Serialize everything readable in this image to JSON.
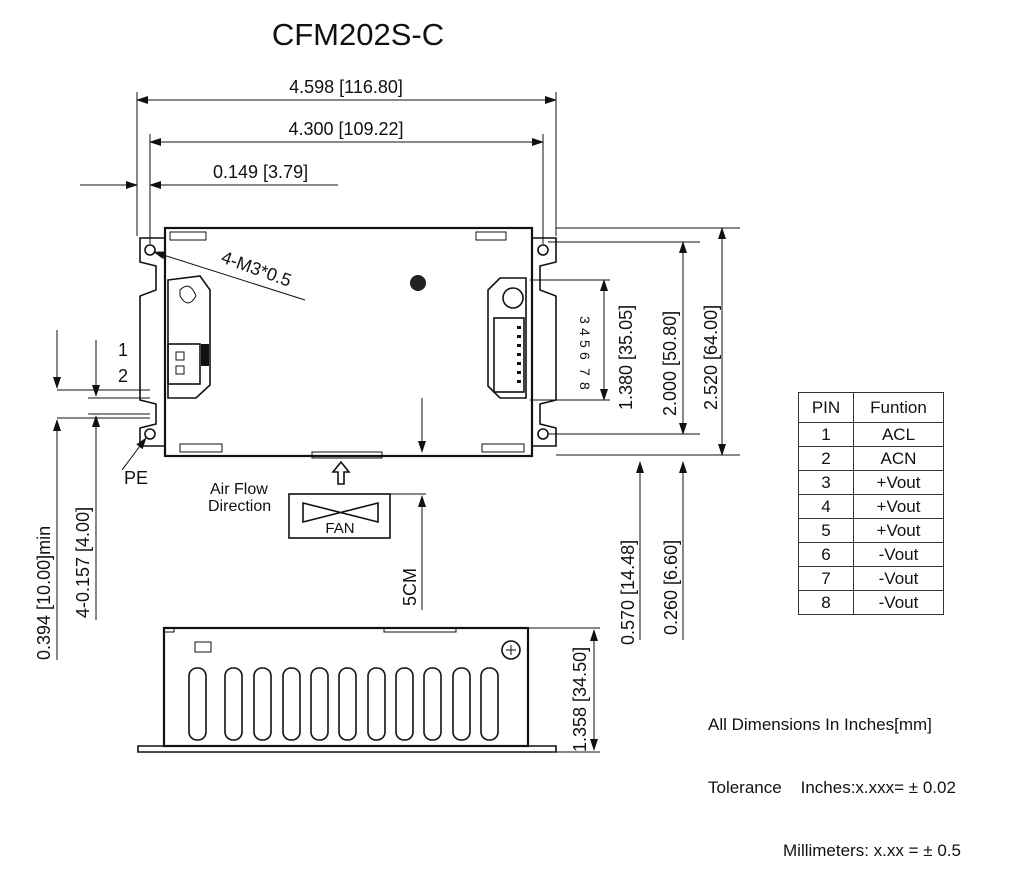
{
  "title": "CFM202S-C",
  "dimensions": {
    "overall_length": "4.598 [116.80]",
    "mount_hole_spacing": "4.300 [109.22]",
    "hole_offset": "0.149 [3.79]",
    "mount_screws": "4-M3*0.5",
    "connector_pitch": "1.380 [35.05]",
    "mount_hole_height": "2.000 [50.80]",
    "overall_width": "2.520 [64.00]",
    "input_offset": "0.394 [10.00]min",
    "input_pin_spacing": "4-0.157 [4.00]",
    "fan_clearance": "5CM",
    "output_offset_1": "0.570 [14.48]",
    "output_offset_2": "0.260 [6.60]",
    "height": "1.358 [34.50]"
  },
  "labels": {
    "pe": "PE",
    "air_flow_line1": "Air Flow",
    "air_flow_line2": "Direction",
    "fan": "FAN",
    "input_pin_1": "1",
    "input_pin_2": "2",
    "output_pins": [
      "3",
      "4",
      "5",
      "6",
      "7",
      "8"
    ]
  },
  "pin_table": {
    "headers": [
      "PIN",
      "Funtion"
    ],
    "rows": [
      [
        "1",
        "ACL"
      ],
      [
        "2",
        "ACN"
      ],
      [
        "3",
        "+Vout"
      ],
      [
        "4",
        "+Vout"
      ],
      [
        "5",
        "+Vout"
      ],
      [
        "6",
        "-Vout"
      ],
      [
        "7",
        "-Vout"
      ],
      [
        "8",
        "-Vout"
      ]
    ]
  },
  "notes": {
    "line1": "All Dimensions In Inches[mm]",
    "line2": "Tolerance    Inches:x.xxx= ± 0.02",
    "line3": "Millimeters: x.xx = ± 0.5"
  }
}
